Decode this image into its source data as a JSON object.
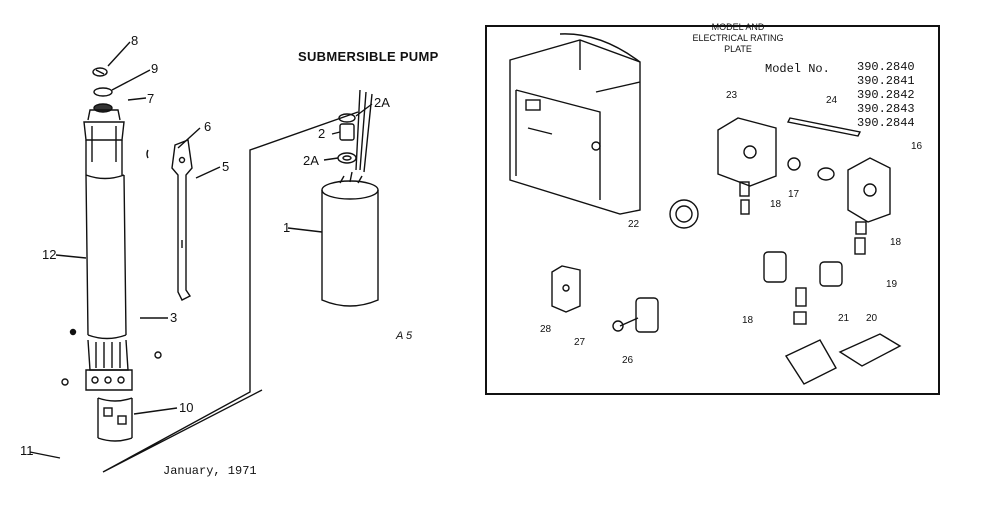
{
  "title": "SUBMERSIBLE PUMP",
  "date": "January, 1971",
  "note": "A 5",
  "plate": {
    "line1": "MODEL AND",
    "line2": "ELECTRICAL RATING",
    "line3": "PLATE",
    "model_label": "Model No.",
    "models": [
      "390.2840",
      "390.2841",
      "390.2842",
      "390.2843",
      "390.2844"
    ]
  },
  "callouts": {
    "c8": "8",
    "c9": "9",
    "c7": "7",
    "c6": "6",
    "c5": "5",
    "c12": "12",
    "c3": "3",
    "c10": "10",
    "c11": "11",
    "c2A_top": "2A",
    "c2": "2",
    "c2A_mid": "2A",
    "c1": "1",
    "c23": "23",
    "c24": "24",
    "c16": "16",
    "c22": "22",
    "c18a": "18",
    "c17": "17",
    "c18b": "18",
    "c19": "19",
    "c28": "28",
    "c27": "27",
    "c26": "26",
    "c18c": "18",
    "c21": "21",
    "c20": "20"
  }
}
